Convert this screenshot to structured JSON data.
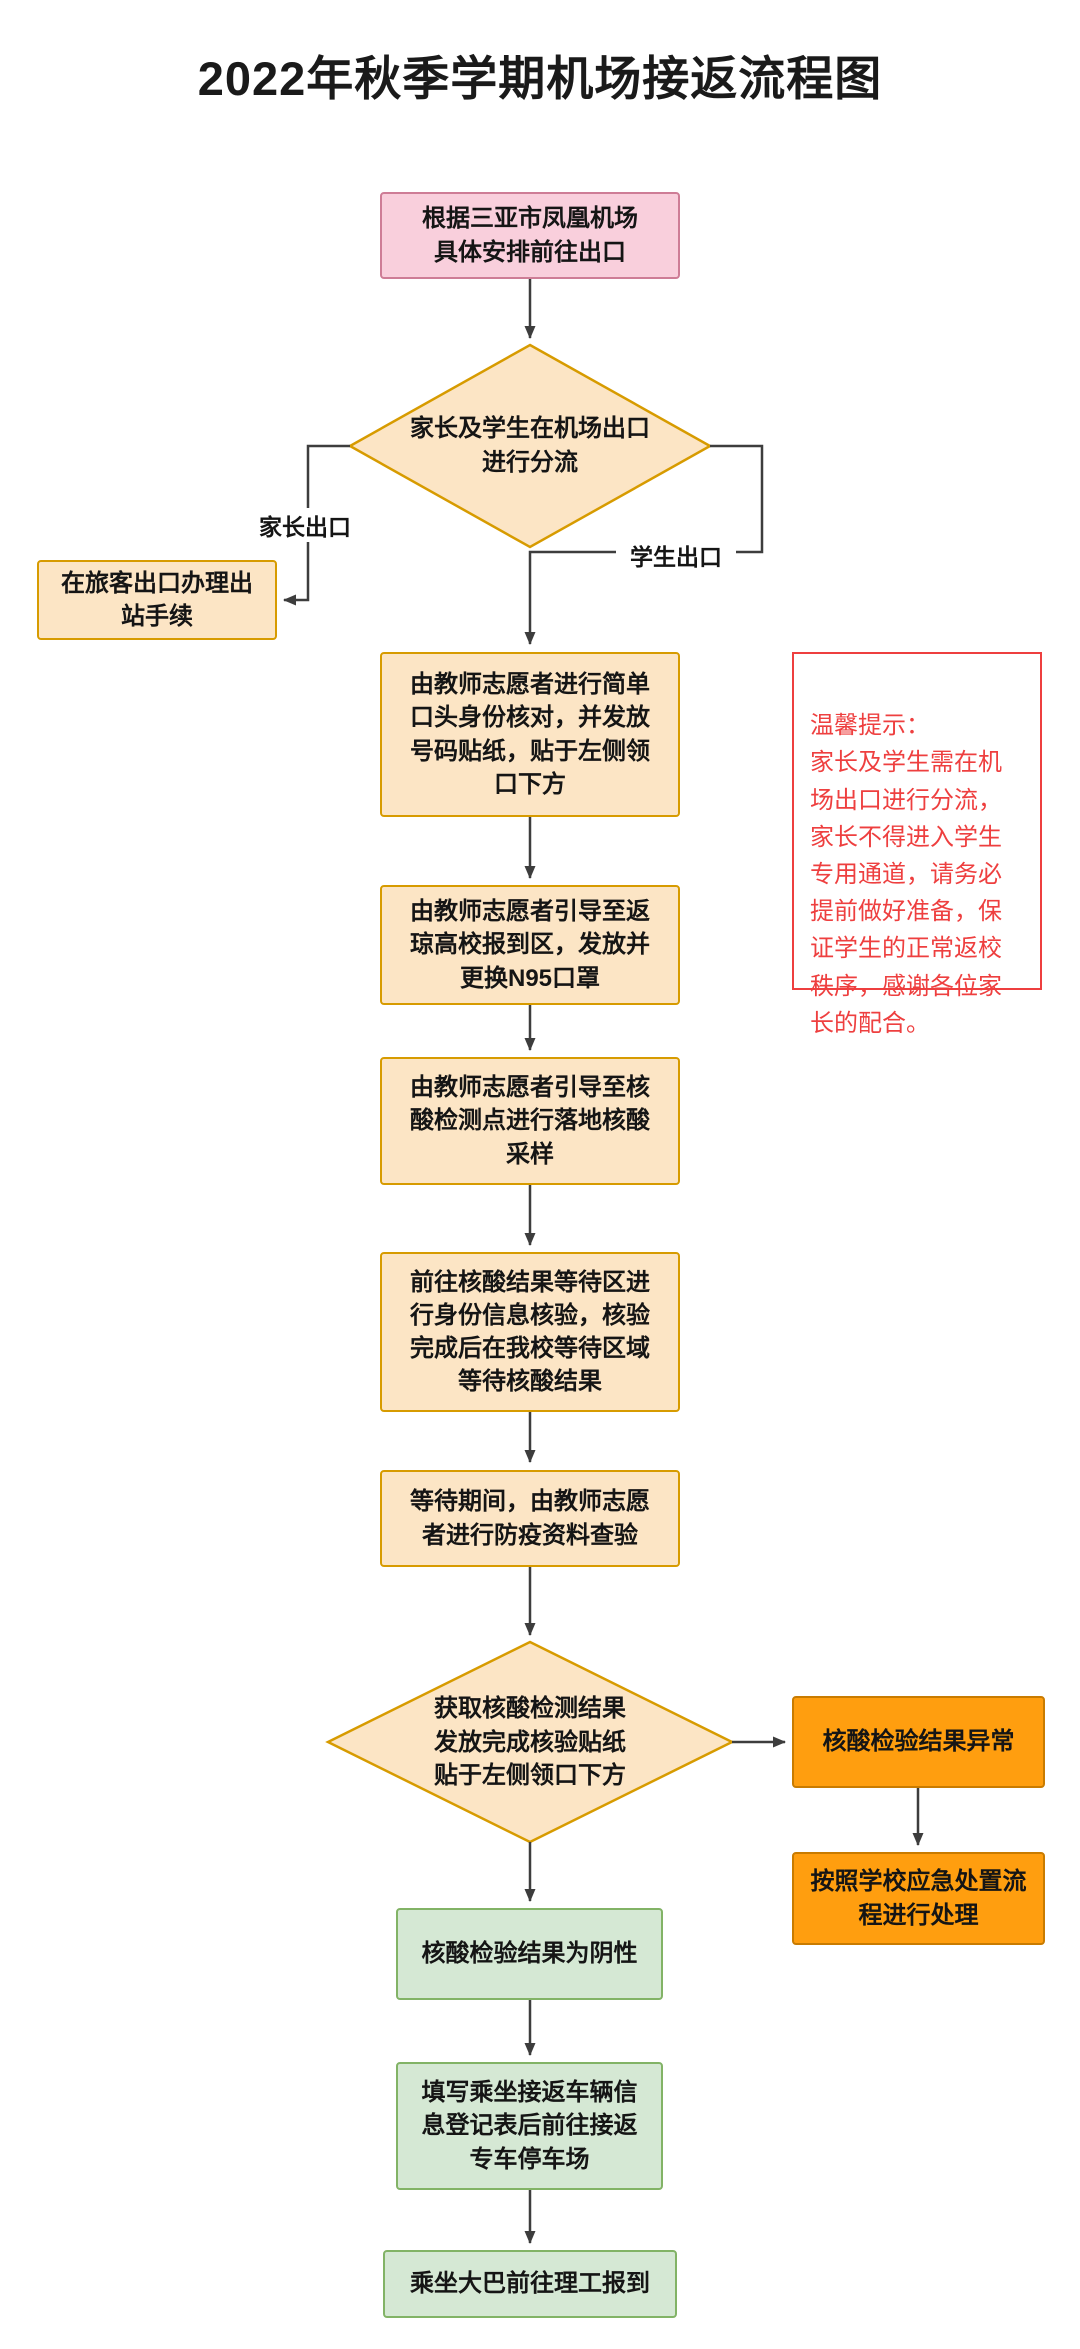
{
  "title": "2022年秋季学期机场接返流程图",
  "nodes": {
    "start": "根据三亚市凤凰机场\n具体安排前往出口",
    "decision_split": "家长及学生在机场出口\n进行分流",
    "parent_exit": "在旅客出口办理出\n站手续",
    "verify_identity": "由教师志愿者进行简单\n口头身份核对，并发放\n号码贴纸，贴于左侧领\n口下方",
    "guide_checkin": "由教师志愿者引导至返\n琼高校报到区，发放并\n更换N95口罩",
    "guide_testing": "由教师志愿者引导至核\n酸检测点进行落地核酸\n采样",
    "wait_results": "前往核酸结果等待区进\n行身份信息核验，核验\n完成后在我校等待区域\n等待核酸结果",
    "check_documents": "等待期间，由教师志愿\n者进行防疫资料查验",
    "decision_result": "获取核酸检测结果\n发放完成核验贴纸\n贴于左侧领口下方",
    "result_abnormal": "核酸检验结果异常",
    "emergency_handling": "按照学校应急处置流\n程进行处理",
    "result_negative": "核酸检验结果为阴性",
    "register_vehicle": "填写乘坐接返车辆信\n息登记表后前往接返\n专车停车场",
    "take_bus": "乘坐大巴前往理工报到"
  },
  "edge_labels": {
    "parent_exit": "家长出口",
    "student_exit": "学生出口"
  },
  "tip": {
    "title": "温馨提示：",
    "body": "家长及学生需在机\n场出口进行分流，\n家长不得进入学生\n专用通道，请务必\n提前做好准备，保\n证学生的正常返校\n秩序，感谢各位家\n长的配合。"
  },
  "colors": {
    "bg": "#ffffff",
    "text": "#1a1a1a",
    "line": "#3d3d3d",
    "pink-fill": "#f9cfdc",
    "pink-stroke": "#ce7d96",
    "peach-fill": "#fce5c5",
    "peach-stroke": "#d79b00",
    "orange-fill": "#ff9e0f",
    "orange-stroke": "#c97b00",
    "green-fill": "#d5e8d4",
    "green-stroke": "#82b366",
    "tip-red": "#ee3f3f"
  }
}
